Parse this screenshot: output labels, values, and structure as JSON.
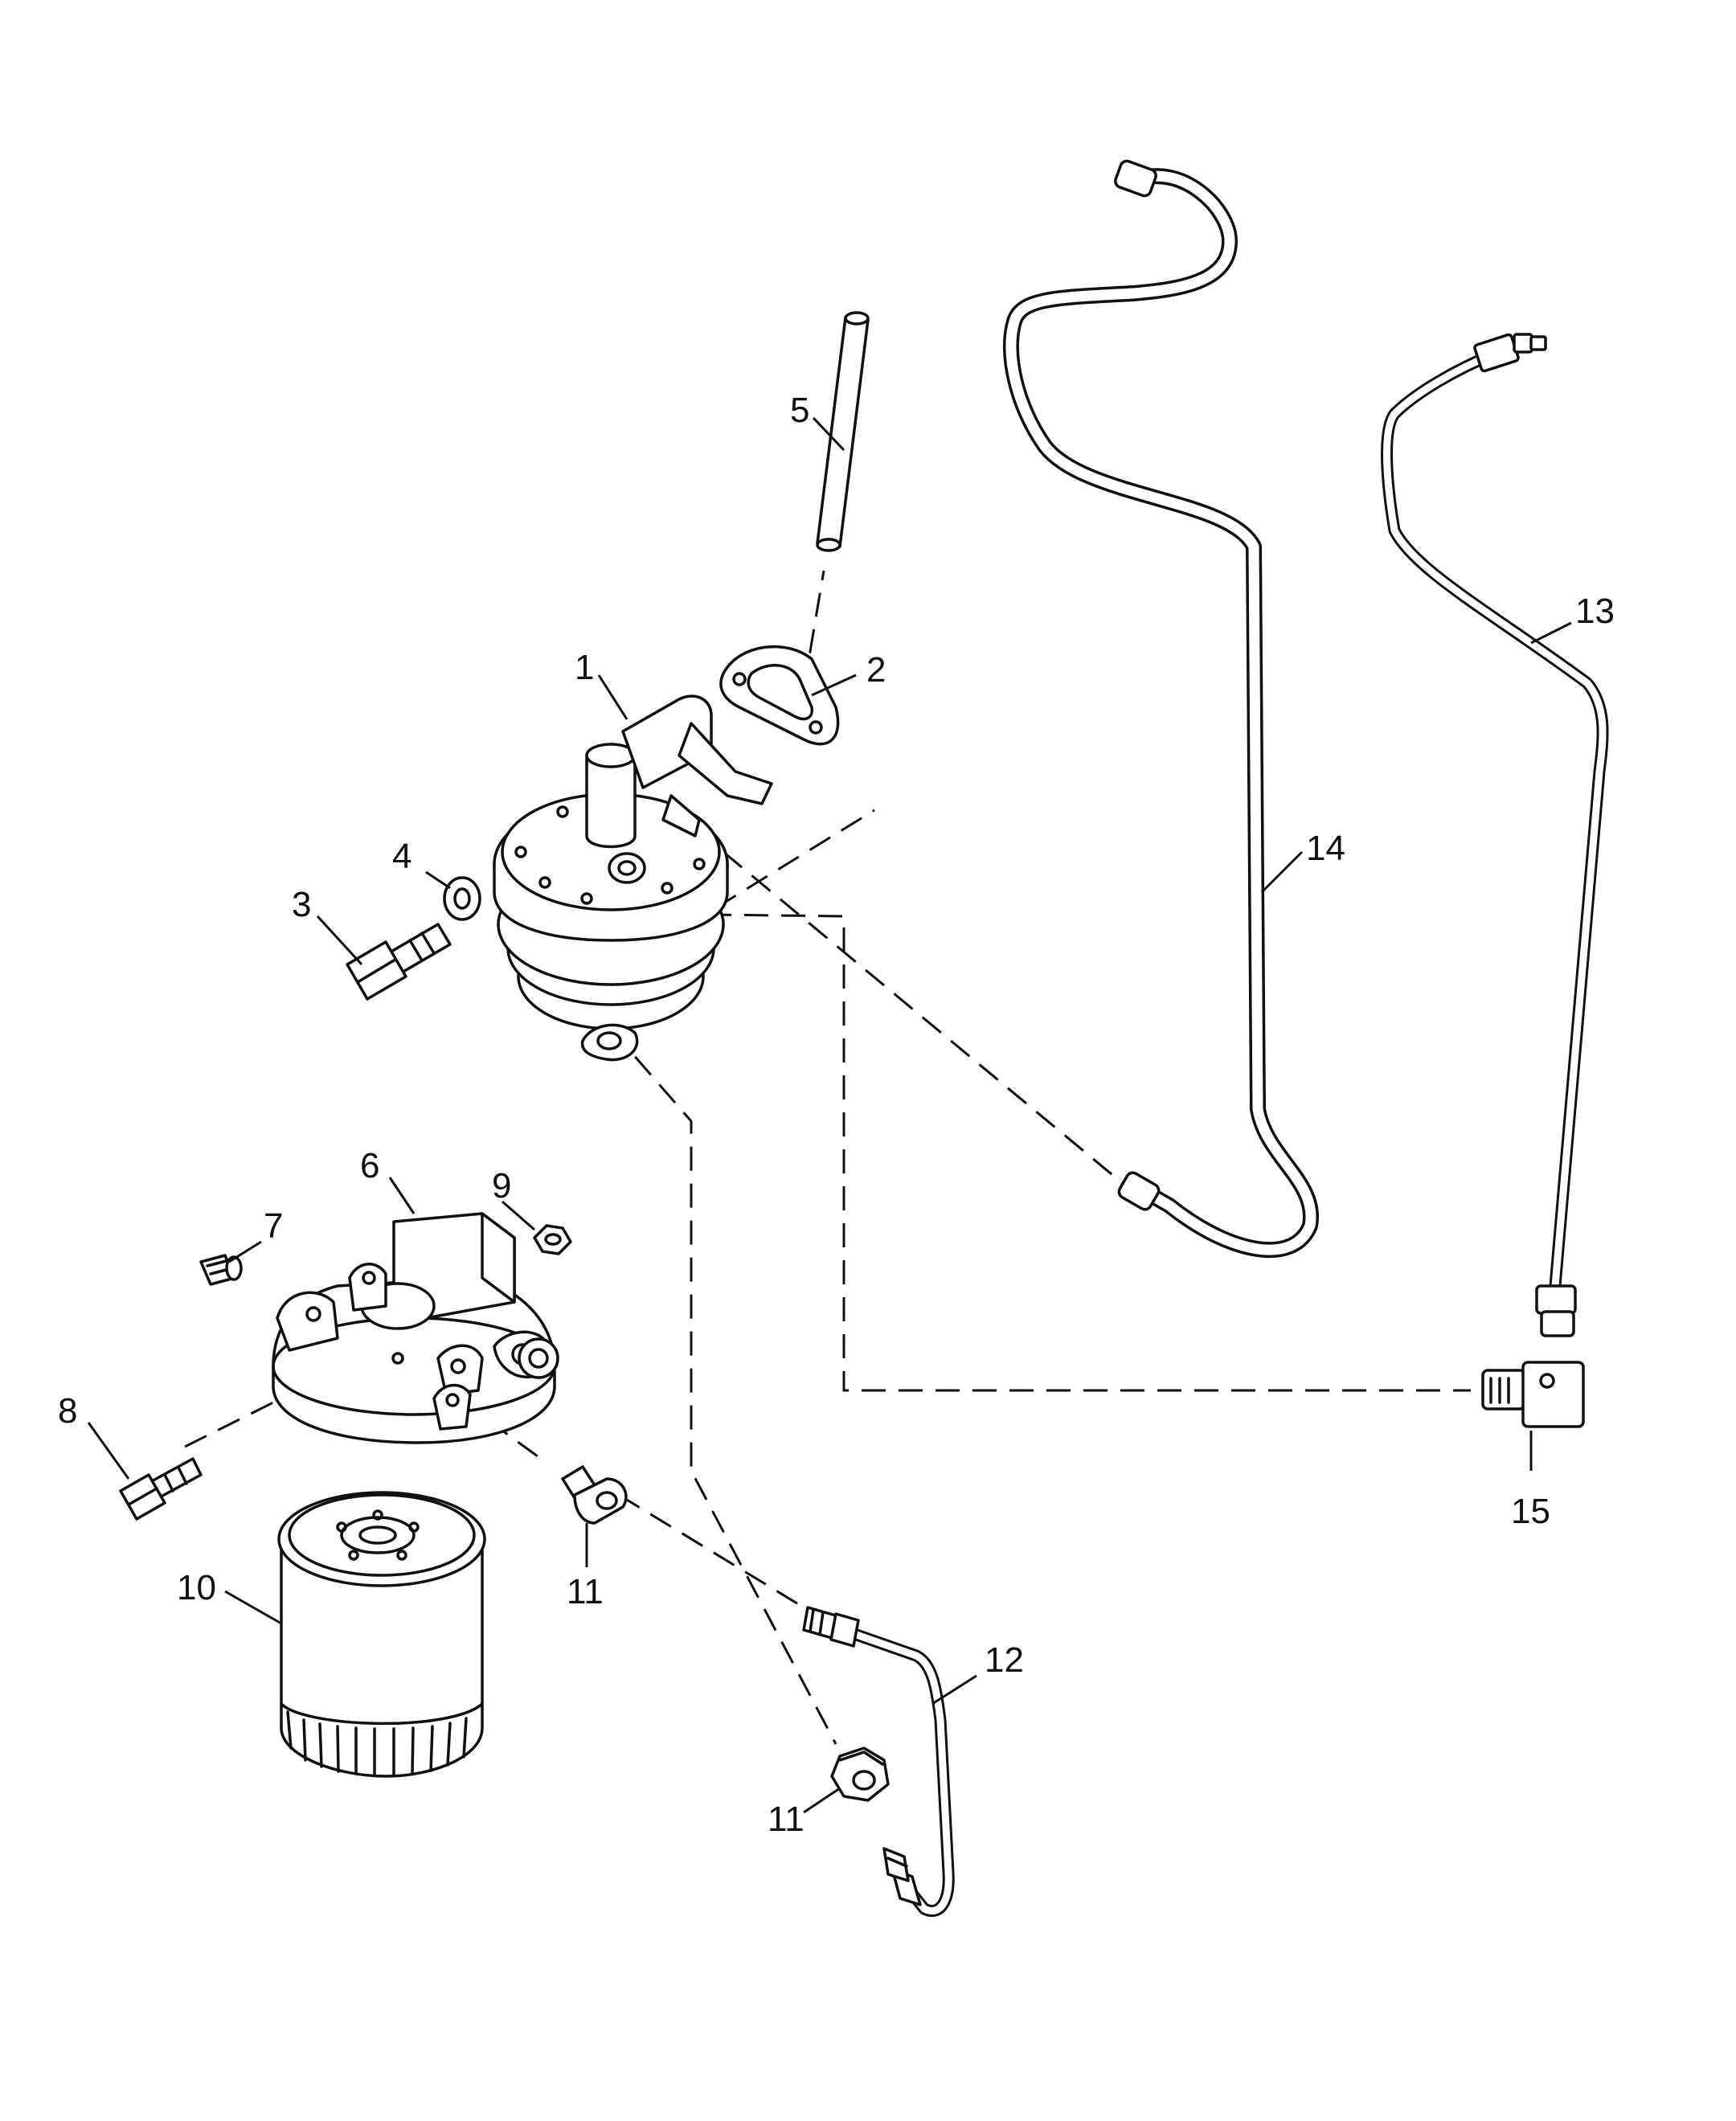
{
  "callouts": {
    "c1": "1",
    "c2": "2",
    "c3": "3",
    "c4": "4",
    "c5": "5",
    "c6": "6",
    "c7": "7",
    "c8": "8",
    "c9": "9",
    "c10": "10",
    "c11a": "11",
    "c11b": "11",
    "c12": "12",
    "c13": "13",
    "c14": "14",
    "c15": "15"
  }
}
